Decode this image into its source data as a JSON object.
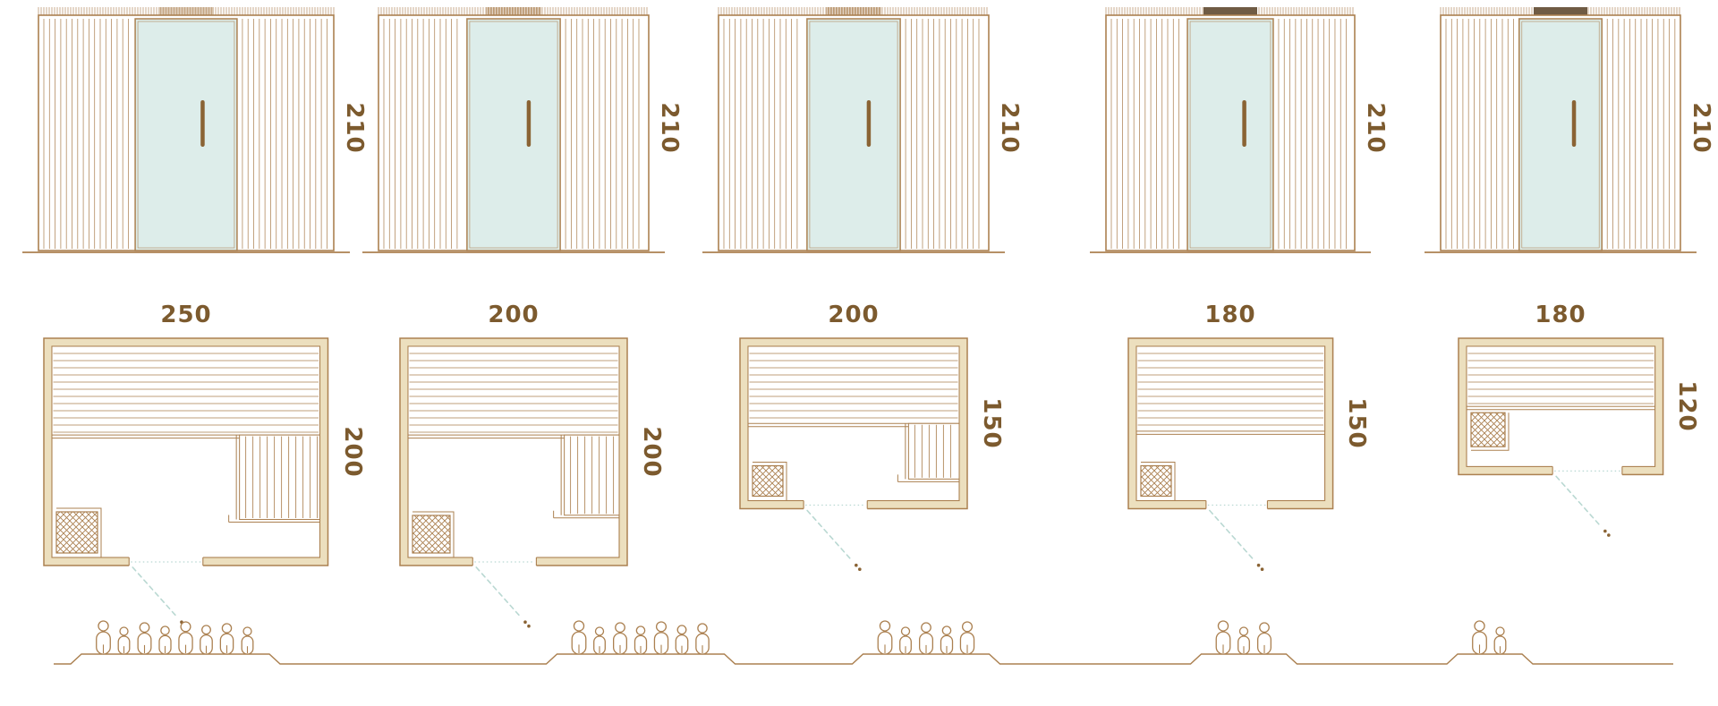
{
  "colors": {
    "line": "#ab8050",
    "line_dark": "#8a6334",
    "dim_text": "#7c5a2e",
    "glass": "#ddedea",
    "wall_fill": "#ecdfbe",
    "swing": "#b9d8d2",
    "vent_dark": "#6f5b44",
    "people": "#ab8050"
  },
  "saunas": [
    {
      "height_label": "210",
      "width_label": "250",
      "depth_label": "200",
      "height_cm": 210,
      "width_cm": 250,
      "depth_cm": 200,
      "capacity": 8,
      "plan": {
        "bench_frac": 0.42,
        "side_bench": {
          "w_frac": 0.3,
          "b_frac": 0.82
        },
        "heater_pos": "bottom-left",
        "heater_size": 46,
        "door": [
          0.3,
          0.56
        ]
      }
    },
    {
      "height_label": "210",
      "width_label": "200",
      "depth_label": "200",
      "height_cm": 210,
      "width_cm": 200,
      "depth_cm": 200,
      "capacity": 7,
      "plan": {
        "bench_frac": 0.42,
        "side_bench": {
          "w_frac": 0.26,
          "b_frac": 0.8
        },
        "heater_pos": "bottom-left",
        "heater_size": 42,
        "door": [
          0.32,
          0.6
        ]
      }
    },
    {
      "height_label": "210",
      "width_label": "200",
      "depth_label": "150",
      "height_cm": 210,
      "width_cm": 200,
      "depth_cm": 150,
      "capacity": 5,
      "plan": {
        "bench_frac": 0.5,
        "side_bench": {
          "w_frac": 0.24,
          "b_frac": 0.86
        },
        "heater_pos": "bottom-left",
        "heater_size": 34,
        "door": [
          0.28,
          0.56
        ]
      }
    },
    {
      "height_label": "210",
      "width_label": "180",
      "depth_label": "150",
      "height_cm": 210,
      "width_cm": 180,
      "depth_cm": 150,
      "capacity": 3,
      "plan": {
        "bench_frac": 0.55,
        "side_bench": null,
        "heater_pos": "bottom-left",
        "heater_size": 34,
        "door": [
          0.38,
          0.68
        ]
      }
    },
    {
      "height_label": "210",
      "width_label": "180",
      "depth_label": "120",
      "height_cm": 210,
      "width_cm": 180,
      "depth_cm": 120,
      "capacity": 2,
      "plan": {
        "bench_frac": 0.5,
        "side_bench": null,
        "heater_pos": "left-under-bench",
        "heater_size": 38,
        "door": [
          0.46,
          0.8
        ]
      }
    }
  ]
}
